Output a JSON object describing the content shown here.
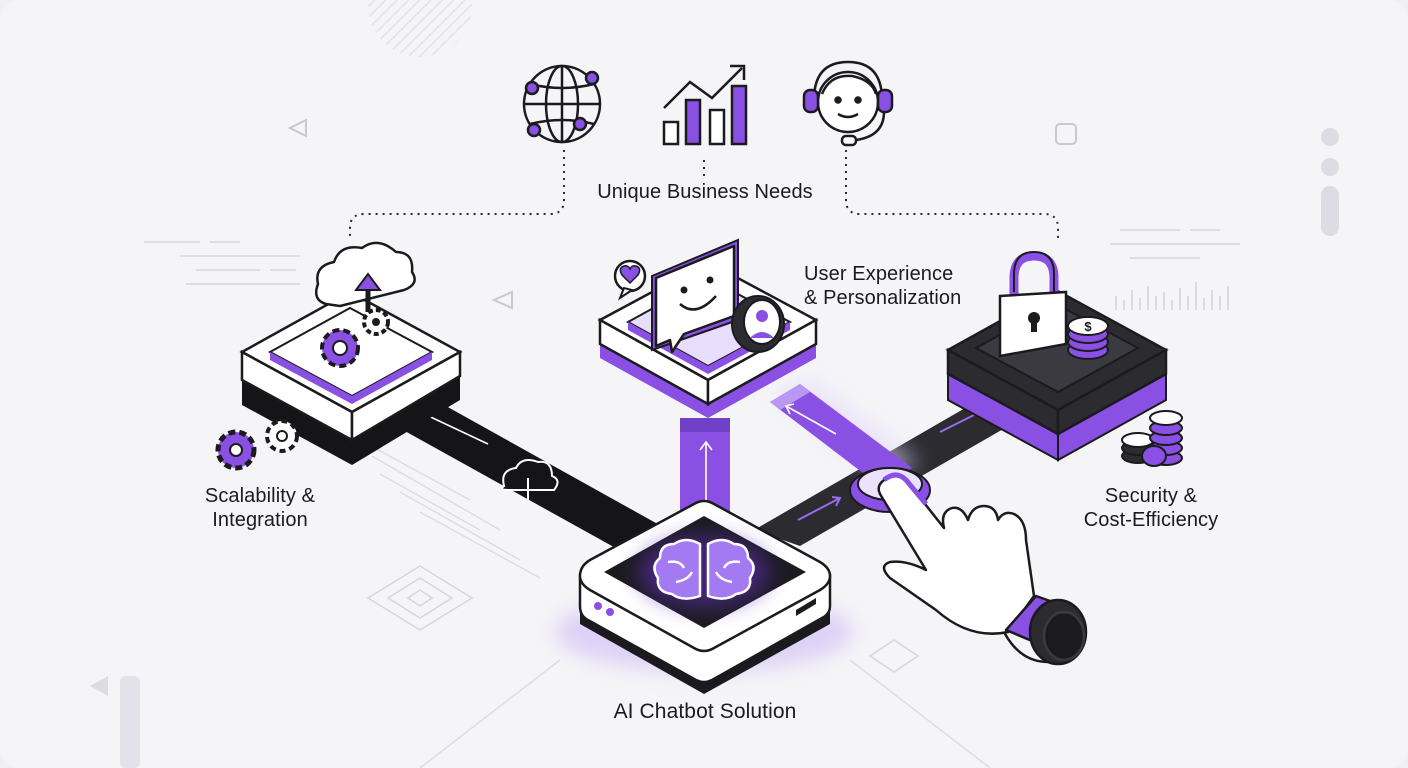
{
  "colors": {
    "accent": "#8a4fe3",
    "accent_light": "#c9b0f5",
    "ink": "#1b1b1f",
    "tile_white": "#ffffff",
    "tile_dark": "#2b2b30",
    "background": "#f5f5f7"
  },
  "labels": {
    "top": "Unique Business Needs",
    "ux_line1": "User Experience",
    "ux_line2": "& Personalization",
    "scale_line1": "Scalability &",
    "scale_line2": "Integration",
    "security_line1": "Security &",
    "security_line2": "Cost-Efficiency",
    "core": "AI Chatbot Solution"
  },
  "icons": {
    "top_row": [
      "globe-network-icon",
      "growth-chart-icon",
      "support-headset-icon"
    ],
    "scalability": [
      "cloud-upload-icon",
      "gears-icon"
    ],
    "ux": [
      "smiley-chat-icon",
      "heart-bubble-icon",
      "user-profile-icon"
    ],
    "security": [
      "padlock-icon",
      "dollar-coins-icon"
    ],
    "core": "brain-icon",
    "pointer": "pointing-hand-icon"
  }
}
